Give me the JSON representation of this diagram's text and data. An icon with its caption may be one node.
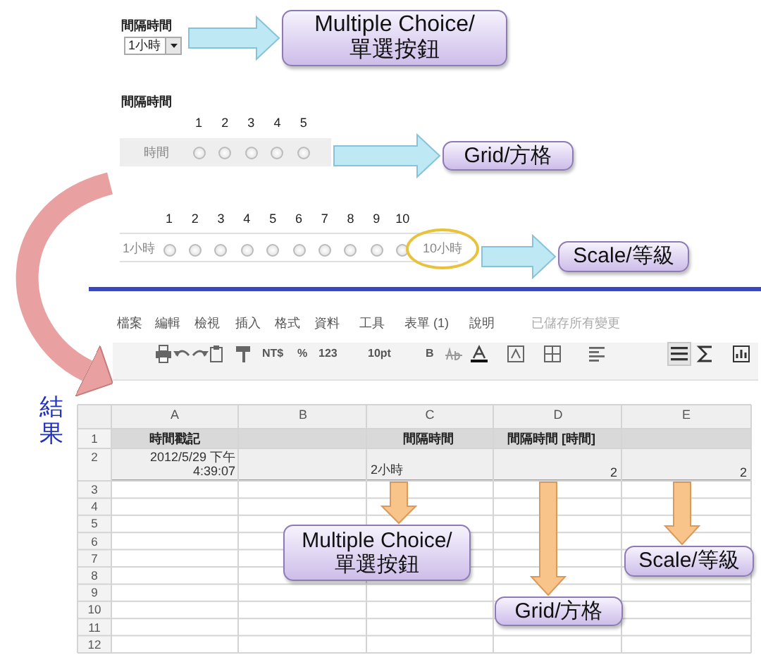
{
  "diagram": {
    "nodes": [
      {
        "text": [
          "間隔時間",
          "1小時"
        ]
      },
      {
        "text": [
          "Multiple Choice/ 單選按鈕"
        ]
      },
      {
        "text": [
          "間隔時間",
          "1",
          "2",
          "3",
          "4",
          "5",
          "時間"
        ]
      },
      {
        "text": [
          "Grid/方格"
        ]
      },
      {
        "text": [
          "1",
          "2",
          "3",
          "4",
          "5",
          "6",
          "7",
          "8",
          "9",
          "10",
          "1小時"
        ]
      },
      {
        "text": [
          "10小時"
        ]
      },
      {
        "text": [
          "Scale/等級"
        ]
      },
      {
        "text": [
          "檔案",
          "編輯",
          "檢視",
          "插入",
          "格式",
          "資料",
          "工具",
          "表單 (1)",
          "說明",
          "已儲存所有變更",
          "NT$",
          "%",
          "123",
          "10pt",
          "B",
          "A",
          "B",
          "C",
          "D",
          "E",
          "時間戳記",
          "間隔時間",
          "間隔時間 [時間]",
          "2012/5/29 下午 4:39:07"
        ]
      },
      {
        "text": [
          "2小時"
        ],
        "in": 7
      },
      {
        "text": [
          "2"
        ],
        "in": 7
      },
      {
        "text": [
          "2"
        ],
        "in": 7
      },
      {
        "text": [
          "Multiple Choice/ 單選按鈕"
        ],
        "in": 7
      },
      {
        "text": [
          "Grid/方格"
        ],
        "in": 7
      },
      {
        "text": [
          "Scale/等級"
        ],
        "in": 7
      }
    ],
    "edges": [
      {
        "from": 0,
        "to": 1,
        "arrow": "to"
      },
      {
        "from": 2,
        "to": 3,
        "arrow": "to"
      },
      {
        "from": 5,
        "to": 6,
        "arrow": "to"
      },
      {
        "from": null,
        "to": 7,
        "arrow": "to",
        "label": "結果",
        "color": "#e8a0a0"
      },
      {
        "from": 8,
        "to": 11,
        "arrow": "to",
        "color": "#f9c48a"
      },
      {
        "from": 9,
        "to": 12,
        "arrow": "to",
        "color": "#f9c48a"
      },
      {
        "from": 10,
        "to": 13,
        "arrow": "to",
        "color": "#f9c48a"
      }
    ],
    "labels": [
      "1",
      "2",
      "3",
      "4",
      "5",
      "6",
      "7",
      "8",
      "9",
      "10",
      "11",
      "12"
    ]
  }
}
